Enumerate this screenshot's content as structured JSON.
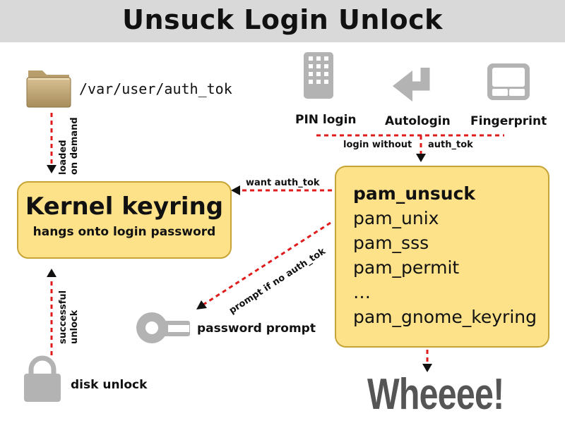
{
  "title": "Unsuck Login Unlock",
  "auth_tok_path": "/var/user/auth_tok",
  "loaded_label_line1": "loaded",
  "loaded_label_line2": "on demand",
  "kernel": {
    "title": "Kernel keyring",
    "subtitle": "hangs onto login password"
  },
  "want_auth_tok": "want auth_tok",
  "login_methods": {
    "pin": "PIN login",
    "autologin": "Autologin",
    "fingerprint": "Fingerprint"
  },
  "login_without": "login without",
  "auth_tok": "auth_tok",
  "pam_modules": [
    "pam_unsuck",
    "pam_unix",
    "pam_sss",
    "pam_permit",
    "…",
    "pam_gnome_keyring"
  ],
  "prompt_label": "prompt if no auth_tok",
  "password_prompt": "password prompt",
  "successful_line1": "successful",
  "successful_line2": "unlock",
  "disk_unlock": "disk unlock",
  "wheee": "Wheeee!",
  "colors": {
    "box_fill": "#fde28a",
    "box_border": "#c7a438",
    "arrow": "#e01b1b",
    "icon_gray": "#b3b3b3",
    "title_bar": "#d9d9d9"
  }
}
